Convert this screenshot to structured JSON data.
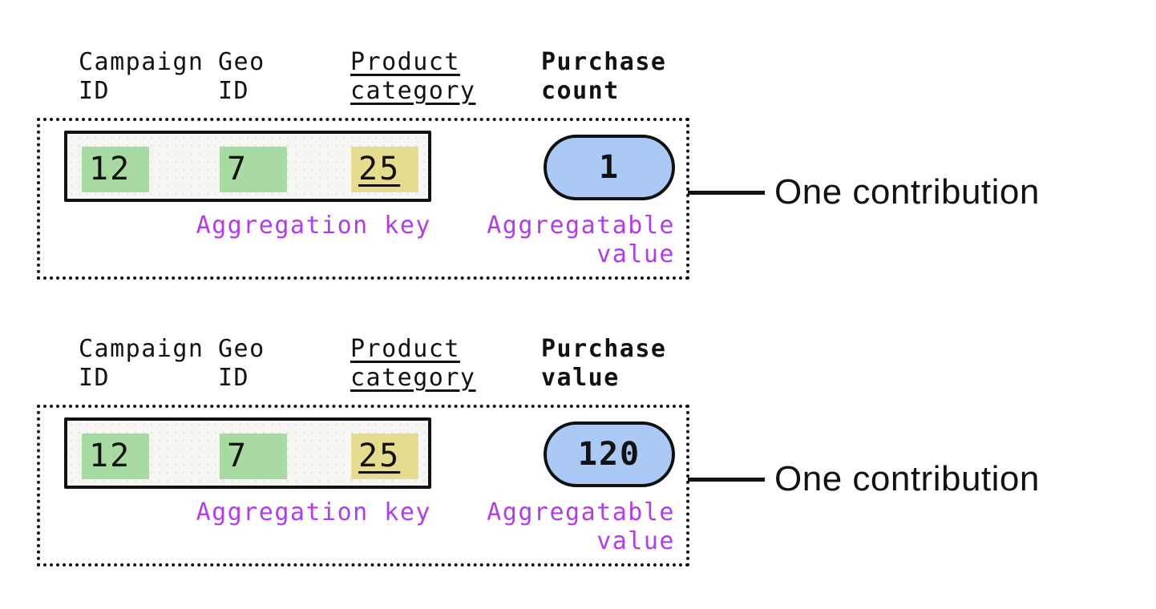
{
  "colors": {
    "key_cell_green": "#a8dba2",
    "key_cell_yellow": "#e5dc90",
    "value_pill_blue": "#aac9f5",
    "annotation_purple": "#b13ce8",
    "ink_black": "#111111",
    "record_background": "#f6f6f3"
  },
  "sections": [
    {
      "headers": {
        "campaign": "Campaign ID",
        "geo": "Geo ID",
        "product": "Product category",
        "measure": "Purchase count"
      },
      "record": {
        "campaign_id": "12",
        "geo_id": "7",
        "product_category": "25"
      },
      "value": "1",
      "labels": {
        "aggregation_key": "Aggregation key",
        "aggregatable_value": "Aggregatable value",
        "contribution": "One contribution"
      }
    },
    {
      "headers": {
        "campaign": "Campaign ID",
        "geo": "Geo ID",
        "product": "Product category",
        "measure": "Purchase value"
      },
      "record": {
        "campaign_id": "12",
        "geo_id": "7",
        "product_category": "25"
      },
      "value": "120",
      "labels": {
        "aggregation_key": "Aggregation key",
        "aggregatable_value": "Aggregatable value",
        "contribution": "One contribution"
      }
    }
  ]
}
